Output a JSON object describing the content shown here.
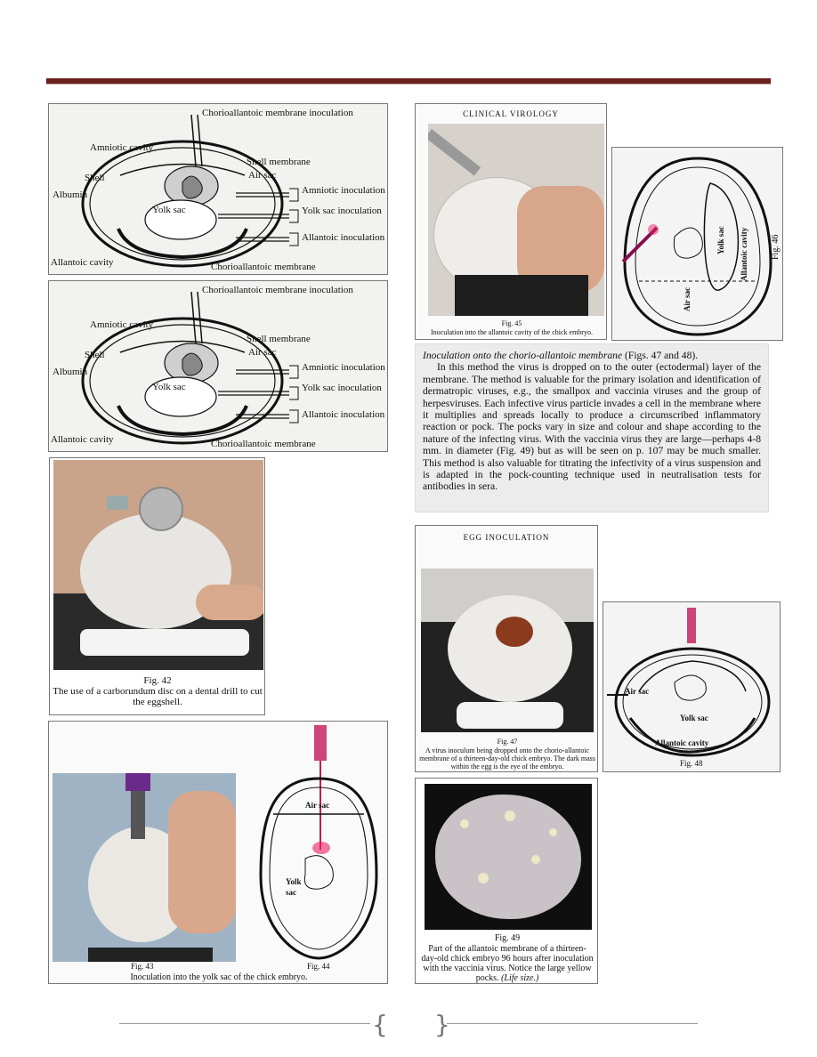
{
  "diagram": {
    "labels": {
      "chorioallantoic_inoculation": "Chorioallantoic membrane inoculation",
      "amniotic_cavity": "Amniotic cavity",
      "shell_membrane": "Shell membrane",
      "shell": "Shell",
      "air_sac": "Air sac",
      "albumin": "Albumin",
      "amniotic_inoculation": "Amniotic inoculation",
      "yolk_sac_inoculation": "Yolk sac inoculation",
      "yolk_sac": "Yolk sac",
      "allantoic_inoculation": "Allantoic inoculation",
      "allantoic_cavity": "Allantoic cavity",
      "chorioallantoic_membrane": "Chorioallantoic membrane"
    }
  },
  "fig42": {
    "fig": "Fig. 42",
    "caption": "The use of a carborundum disc on a dental drill to cut the eggshell."
  },
  "fig43_44": {
    "fig43": "Fig. 43",
    "fig44": "Fig. 44",
    "caption": "Inoculation into the yolk sac of the chick embryo.",
    "air_sac": "Air sac",
    "yolk_sac": "Yolk sac"
  },
  "fig45": {
    "header": "CLINICAL VIROLOGY",
    "fig": "Fig. 45",
    "caption": "Inoculation into the allantoic cavity of the chick embryo."
  },
  "fig46": {
    "fig": "Fig. 46",
    "air_sac": "Air sac",
    "yolk_sac": "Yolk sac",
    "allantoic_cavity": "Allantoic cavity"
  },
  "text": {
    "heading": "Inoculation onto the chorio-allantoic membrane",
    "heading_ref": " (Figs. 47 and 48).",
    "body": "In this method the virus is dropped on to the outer (ectodermal) layer of the membrane. The method is valuable for the primary isolation and identification of dermatropic viruses, e.g., the smallpox and vaccinia viruses and the group of herpesviruses. Each infective virus particle invades a cell in the membrane where it multiplies and spreads locally to produce a circumscribed inflammatory reaction or pock. The pocks vary in size and colour and shape according to the nature of the infecting virus. With the vaccinia virus they are large—perhaps 4-8 mm. in diameter (Fig. 49) but as will be seen on p. 107 may be much smaller. This method is also valuable for titrating the infectivity of a virus suspension and is adapted in the pock-counting technique used in neutralisation tests for antibodies in sera."
  },
  "fig47": {
    "header": "EGG INOCULATION",
    "fig": "Fig. 47",
    "caption": "A virus inoculum being dropped onto the chorio-allantoic membrane of a thirteen-day-old chick embryo. The dark mass within the egg is the eye of the embryo."
  },
  "fig48": {
    "fig": "Fig. 48",
    "air_sac": "Air sac",
    "yolk_sac": "Yolk sac",
    "allantoic_cavity": "Allantoic cavity"
  },
  "fig49": {
    "fig": "Fig. 49",
    "caption": "Part of the allantoic membrane of a thirteen-day-old chick embryo 96 hours after inoculation with the vaccinia virus. Notice the large yellow pocks.",
    "caption_tail": "(Life size.)"
  },
  "colors": {
    "rule": "#6b1f1f",
    "inoculum": "#c2185b"
  }
}
